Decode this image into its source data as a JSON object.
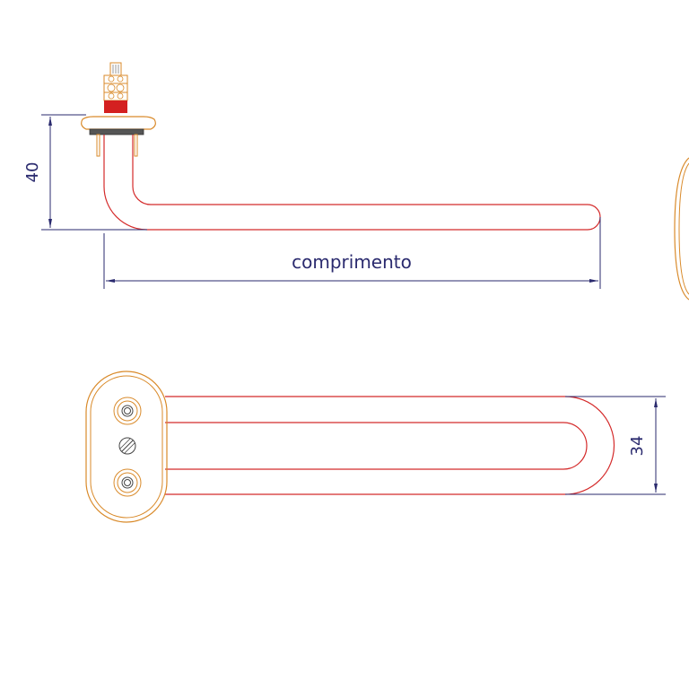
{
  "labels": {
    "height_dimension": "40",
    "length_dimension": "comprimento",
    "width_dimension": "34"
  },
  "colors": {
    "element_outline": "#d42a2a",
    "flange_outline": "#d98a2a",
    "dimension_line": "#2a2a6e",
    "seal_red": "#d42020"
  }
}
